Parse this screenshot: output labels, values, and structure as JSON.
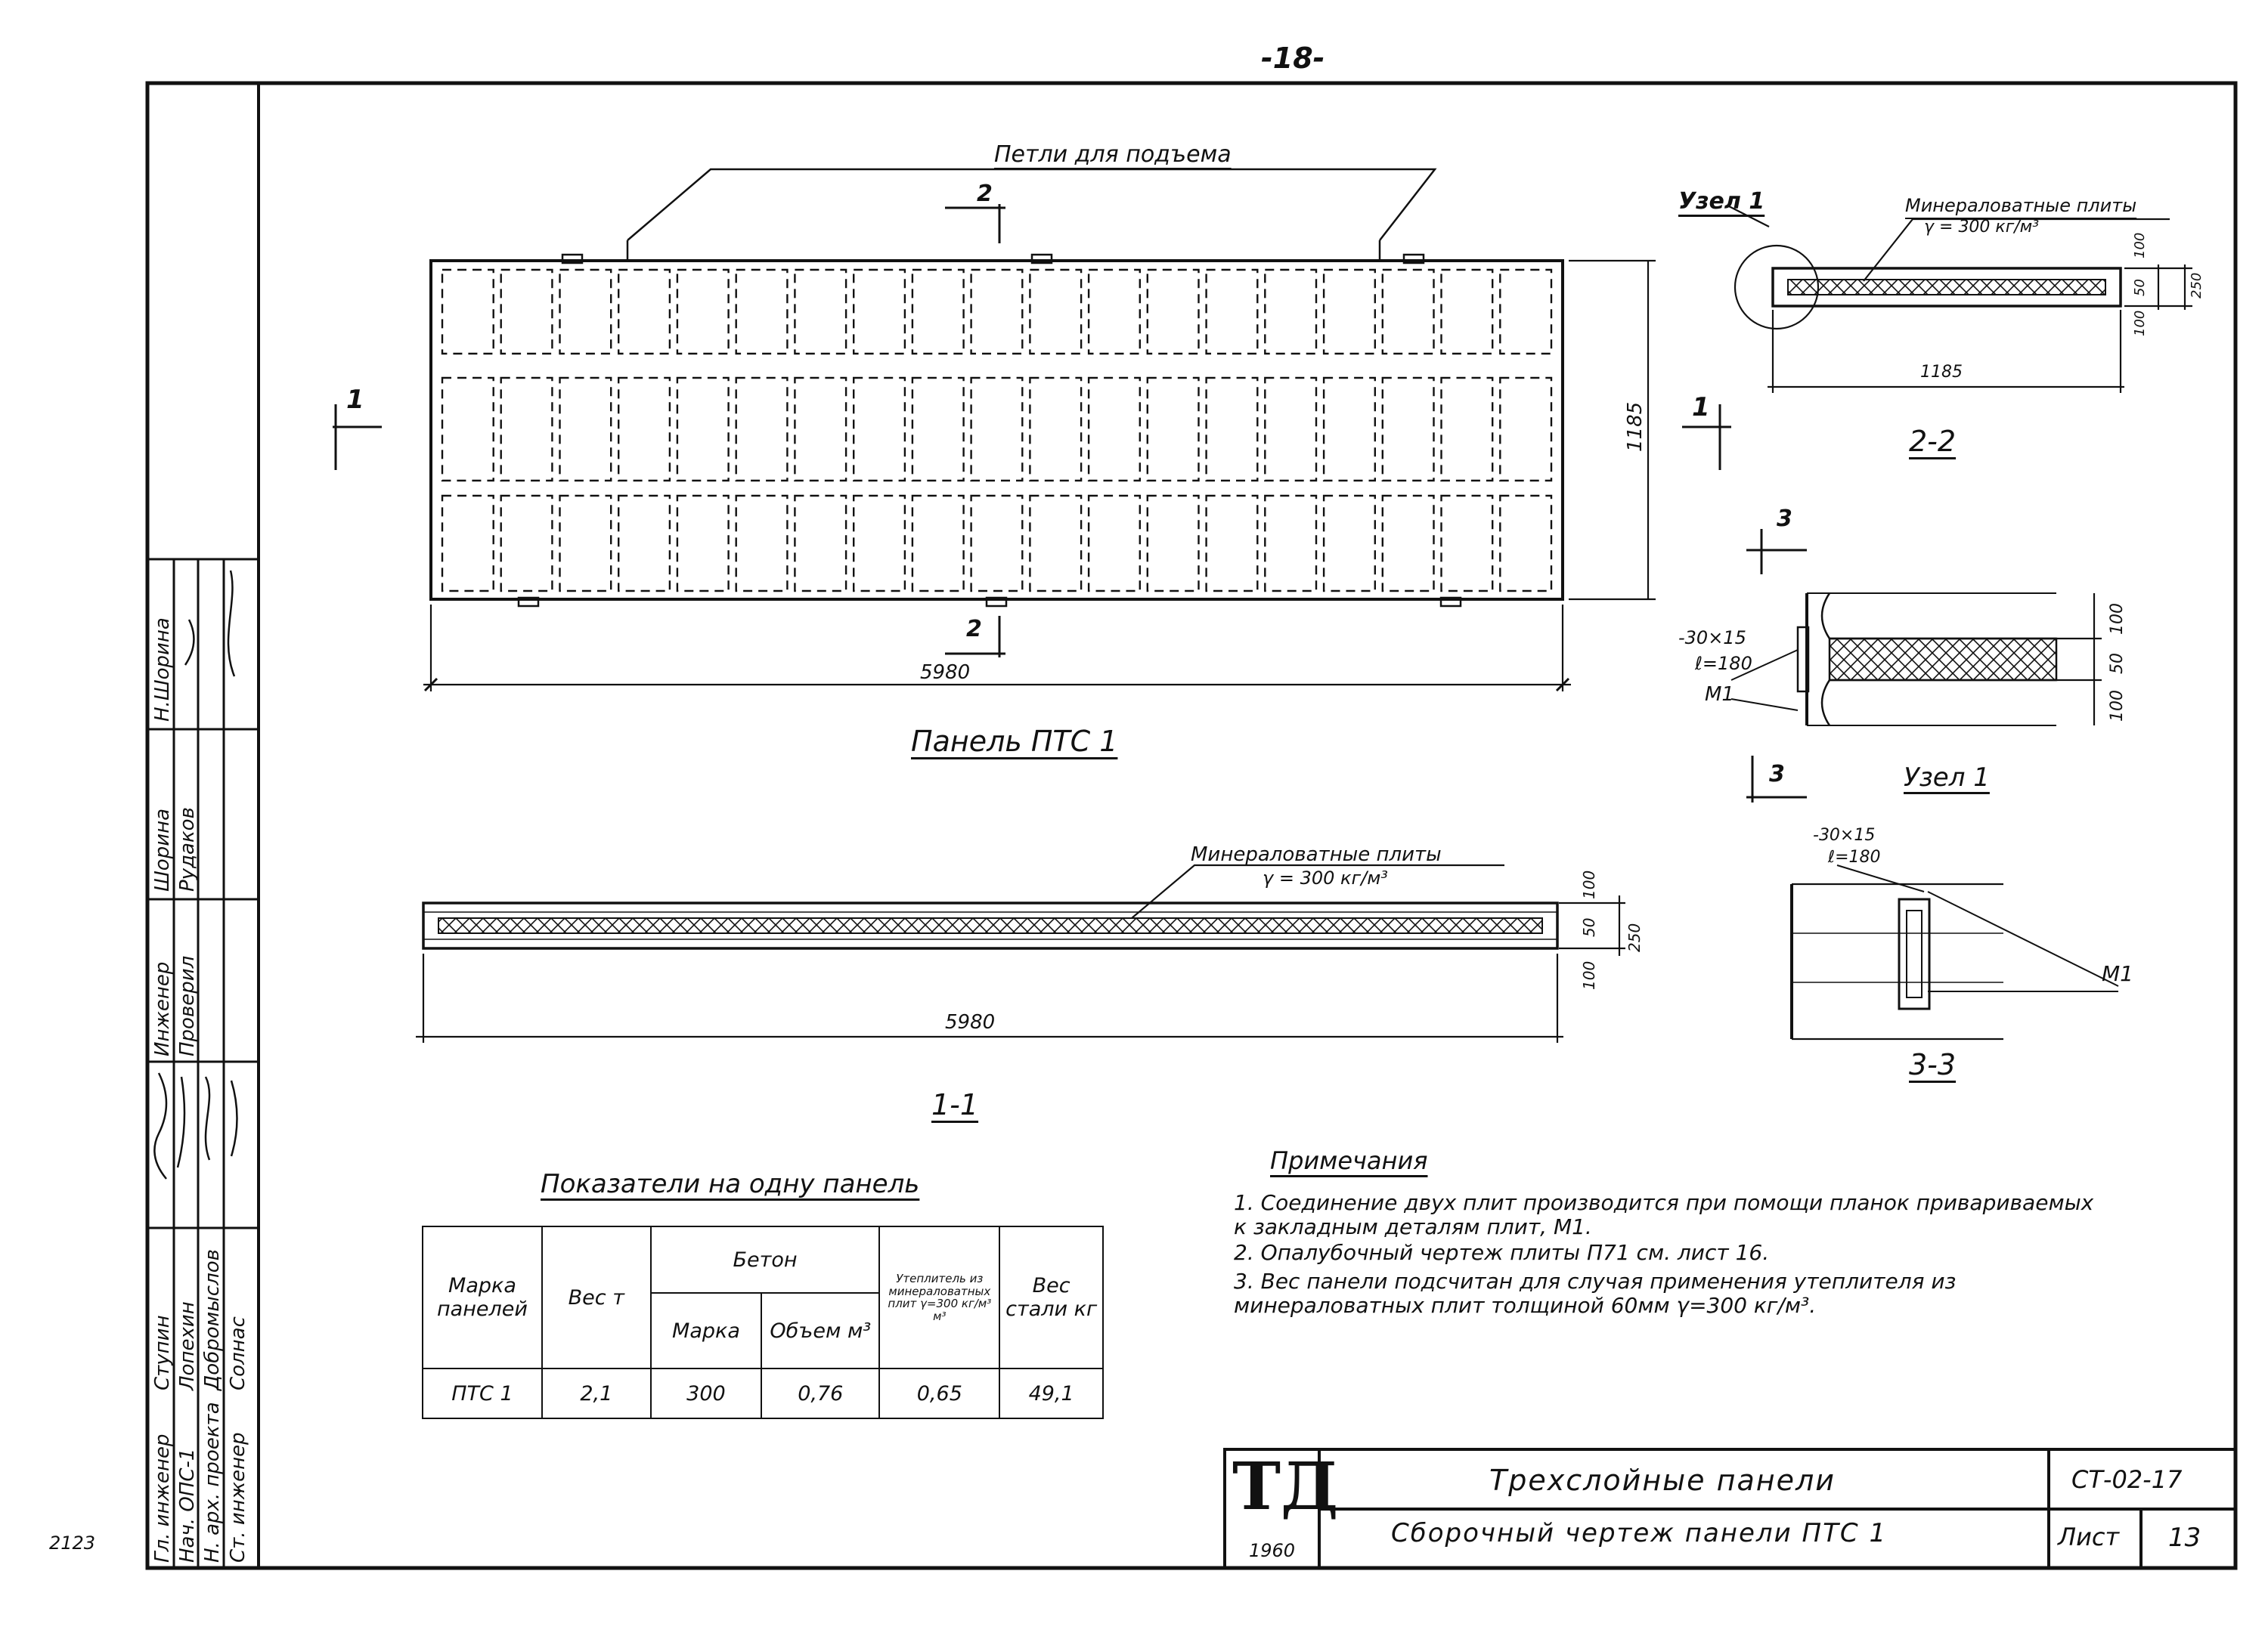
{
  "page_number": "-18-",
  "corner_number": "2123",
  "labels": {
    "lifting_loops": "Петли для подъема",
    "panel_title": "Панель ПТС 1",
    "section_11": "1-1",
    "section_22": "2-2",
    "section_33": "3-3",
    "node_1": "Узел 1",
    "node_1_callout": "Узел 1",
    "mineral_plates": "Минераловатные плиты",
    "gamma": "γ = 300 кг/м³",
    "cut_1": "1",
    "cut_2": "2",
    "cut_3": "3",
    "m1": "М1",
    "strip": "-30×15",
    "length": "ℓ=180"
  },
  "dimensions": {
    "length_plan": "5980",
    "length_section": "5980",
    "height": "1185",
    "width_22": "1185",
    "d100": "100",
    "d50": "50",
    "d250": "250"
  },
  "indicators": {
    "title": "Показатели на одну панель",
    "headers": {
      "mark": "Марка панелей",
      "weight": "Вес т",
      "concrete": "Бетон",
      "concrete_mark": "Марка",
      "concrete_volume": "Объем м³",
      "insulation": "Утеплитель из минераловатных плит γ=300 кг/м³ м³",
      "steel": "Вес стали кг"
    },
    "row": {
      "mark": "ПТС 1",
      "weight": "2,1",
      "concrete_mark": "300",
      "concrete_volume": "0,76",
      "insulation": "0,65",
      "steel": "49,1"
    }
  },
  "notes": {
    "title": "Примечания",
    "items": [
      "1. Соединение двух плит производится при помощи планок привариваемых к закладным деталям плит, М1.",
      "2. Опалубочный чертеж плиты П71 см. лист 16.",
      "3. Вес панели подсчитан для случая применения утеплителя из минераловатных плит толщиной 60мм γ=300 кг/м³."
    ]
  },
  "stamp": {
    "logo": "ТД",
    "year": "1960",
    "title": "Трехслойные панели",
    "subtitle": "Сборочный чертеж панели ПТС 1",
    "code": "СТ-02-17",
    "sheet_label": "Лист",
    "sheet_number": "13"
  },
  "side_block": {
    "positions": [
      "Гл. инженер",
      "Нач. ОПС-1",
      "Н. арх. проекта",
      "Ст. инженер"
    ],
    "names": [
      "Ступин",
      "Лопехин",
      "Добромыслов",
      "Солнас"
    ],
    "roles": [
      "Инженер",
      "Проверил"
    ],
    "checkers": [
      "Шорина",
      "Рудаков"
    ],
    "sign_name": "Н.Шорина"
  }
}
